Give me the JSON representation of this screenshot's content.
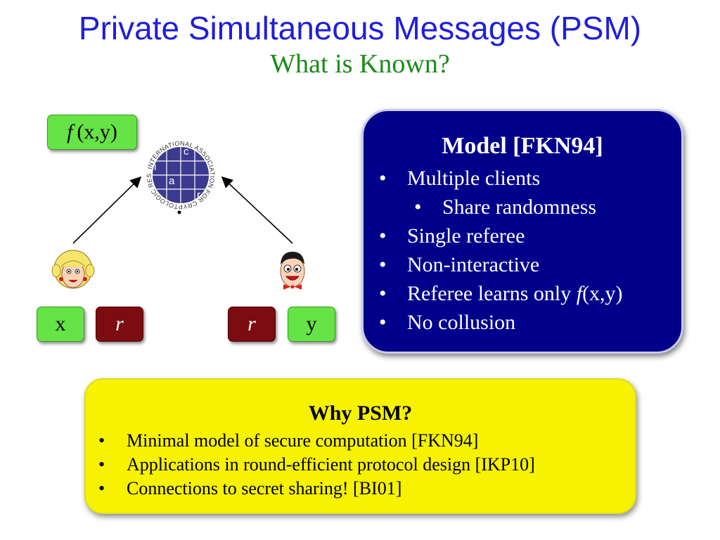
{
  "title": "Private Simultaneous Messages (PSM)",
  "subtitle": "What is Known?",
  "colors": {
    "title": "#1f1fd9",
    "subtitle": "#1a8a1a",
    "model_bg": "#00008b",
    "why_bg": "#f7f200",
    "green_box": "#66e346",
    "maroon_box": "#7c0b12"
  },
  "diagram": {
    "output_label_f": "f",
    "output_label_args": "(x,y)",
    "logo": {
      "ring_text": "INTERNATIONAL ASSOCIATION FOR CRYPTOLOGIC RESEARCH",
      "letters": [
        "i",
        "a",
        "c",
        "r"
      ]
    },
    "left_input": "x",
    "left_random": "r",
    "right_random": "r",
    "right_input": "y",
    "icons": [
      "alice-avatar-icon",
      "bob-avatar-icon",
      "iacr-logo-icon"
    ]
  },
  "model": {
    "heading": "Model [FKN94]",
    "bullet_char": "•",
    "items": [
      "Multiple clients",
      "Share randomness",
      "Single referee",
      "Non-interactive",
      "Referee learns only ",
      "No collusion"
    ],
    "learns_f": "f",
    "learns_args": "(x,y)"
  },
  "why": {
    "heading": "Why PSM?",
    "items": [
      "Minimal model of secure computation [FKN94]",
      "Applications in round-efficient protocol design [IKP10]",
      "Connections to secret sharing! [BI01]"
    ]
  }
}
